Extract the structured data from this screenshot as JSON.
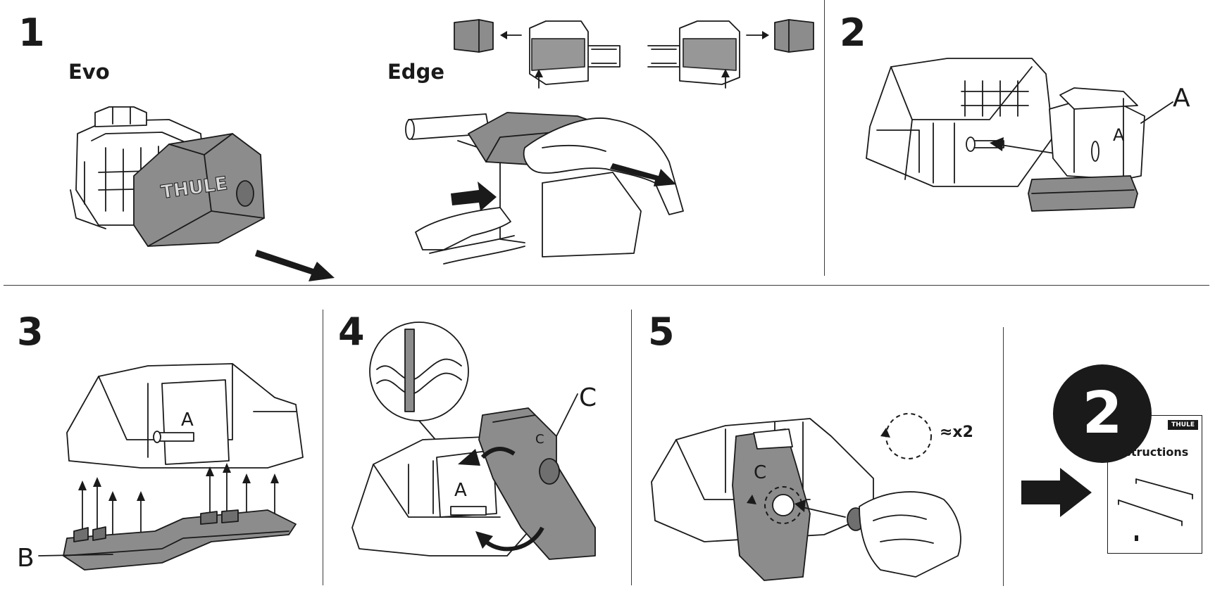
{
  "steps": {
    "s1": "1",
    "s2": "2",
    "s3": "3",
    "s4": "4",
    "s5": "5"
  },
  "labels": {
    "evo": "Evo",
    "edge": "Edge",
    "a": "A",
    "b": "B",
    "c": "C",
    "times_two": "≈x2",
    "brand": "THULE"
  },
  "manual": {
    "badge": "2",
    "title": "Instructions",
    "brand": "THULE"
  },
  "colors": {
    "ink": "#1a1a1a",
    "part_gray": "#8c8c8c",
    "background": "#ffffff"
  }
}
